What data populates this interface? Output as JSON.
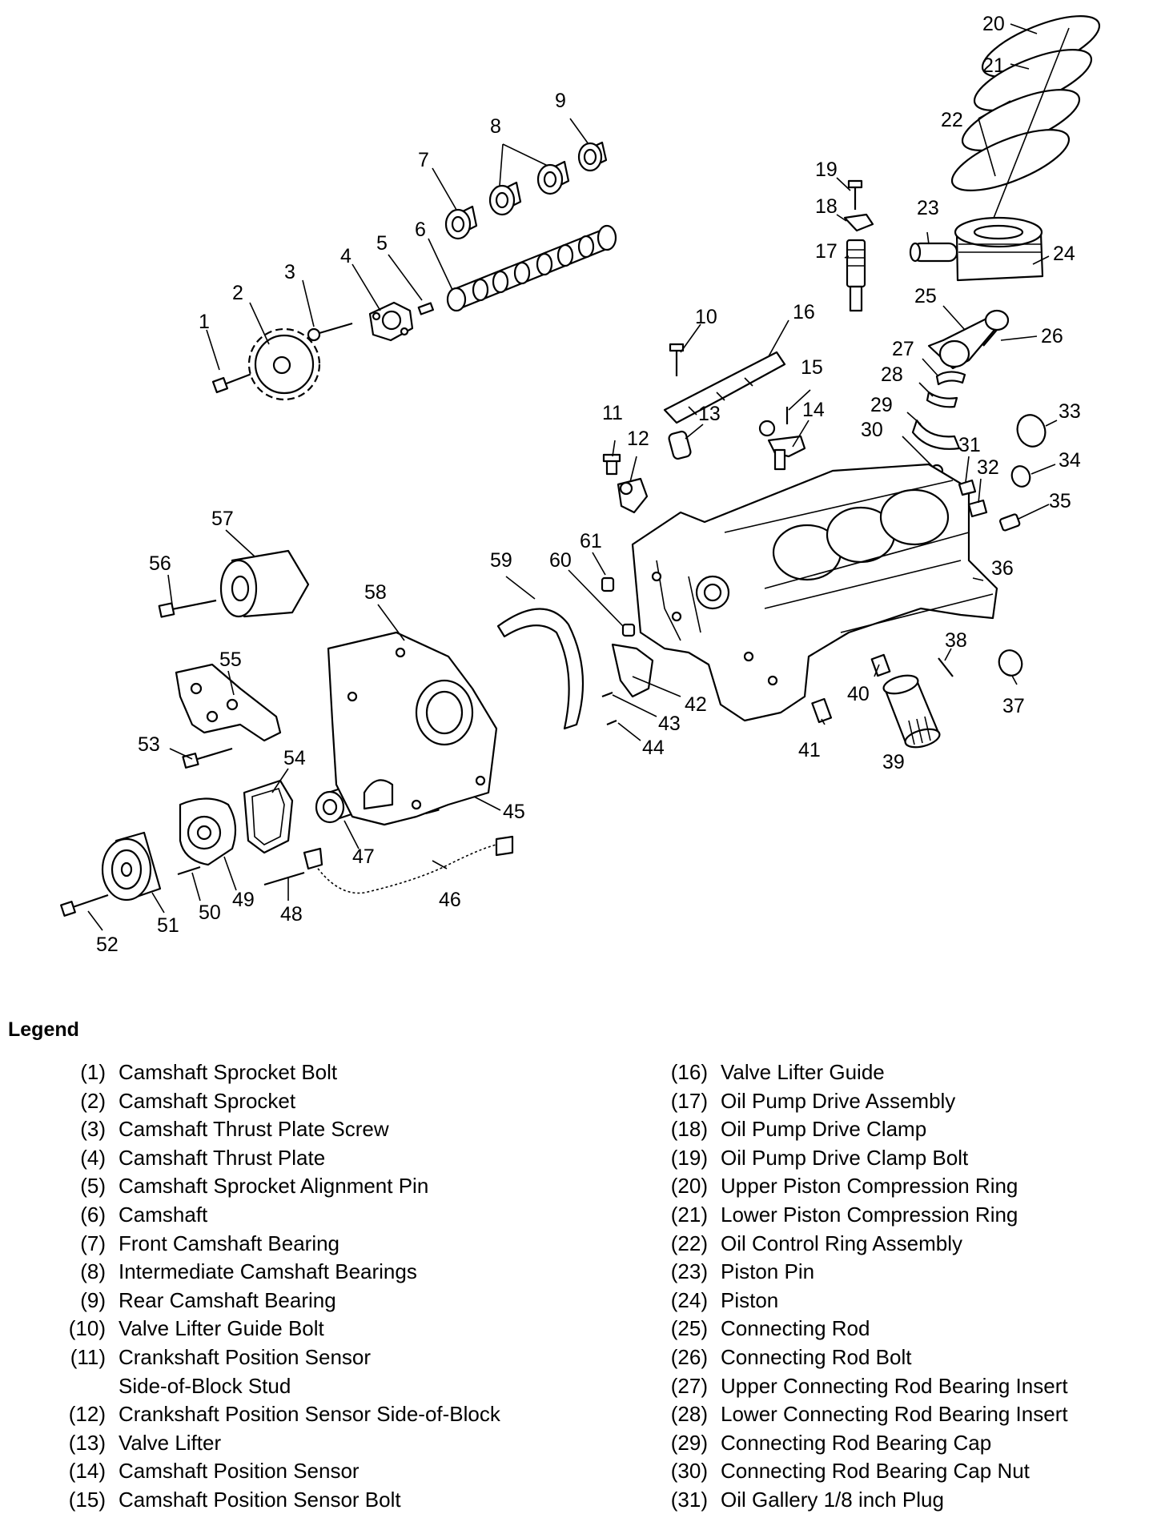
{
  "callouts": [
    "1",
    "2",
    "3",
    "4",
    "5",
    "6",
    "7",
    "8",
    "9",
    "10",
    "11",
    "12",
    "13",
    "14",
    "15",
    "16",
    "17",
    "18",
    "19",
    "20",
    "21",
    "22",
    "23",
    "24",
    "25",
    "26",
    "27",
    "28",
    "29",
    "30",
    "31",
    "32",
    "33",
    "34",
    "35",
    "36",
    "37",
    "38",
    "39",
    "40",
    "41",
    "42",
    "43",
    "44",
    "45",
    "46",
    "47",
    "48",
    "49",
    "50",
    "51",
    "52",
    "53",
    "54",
    "55",
    "56",
    "57",
    "58",
    "59",
    "60",
    "61"
  ],
  "legend": {
    "title": "Legend",
    "left": [
      {
        "num": "(1)",
        "label": "Camshaft Sprocket Bolt"
      },
      {
        "num": "(2)",
        "label": "Camshaft Sprocket"
      },
      {
        "num": "(3)",
        "label": "Camshaft Thrust Plate Screw"
      },
      {
        "num": "(4)",
        "label": "Camshaft Thrust Plate"
      },
      {
        "num": "(5)",
        "label": "Camshaft Sprocket Alignment Pin"
      },
      {
        "num": "(6)",
        "label": "Camshaft"
      },
      {
        "num": "(7)",
        "label": "Front Camshaft Bearing"
      },
      {
        "num": "(8)",
        "label": "Intermediate Camshaft Bearings"
      },
      {
        "num": "(9)",
        "label": "Rear Camshaft Bearing"
      },
      {
        "num": "(10)",
        "label": "Valve Lifter Guide Bolt"
      },
      {
        "num": "(11)",
        "label": "Crankshaft Position Sensor\nSide-of-Block Stud"
      },
      {
        "num": "(12)",
        "label": "Crankshaft Position Sensor Side-of-Block"
      },
      {
        "num": "(13)",
        "label": "Valve Lifter"
      },
      {
        "num": "(14)",
        "label": "Camshaft Position Sensor"
      },
      {
        "num": "(15)",
        "label": "Camshaft Position Sensor Bolt"
      }
    ],
    "right": [
      {
        "num": "(16)",
        "label": "Valve Lifter Guide"
      },
      {
        "num": "(17)",
        "label": "Oil Pump Drive Assembly"
      },
      {
        "num": "(18)",
        "label": "Oil Pump Drive Clamp"
      },
      {
        "num": "(19)",
        "label": "Oil Pump Drive Clamp Bolt"
      },
      {
        "num": "(20)",
        "label": "Upper Piston Compression Ring"
      },
      {
        "num": "(21)",
        "label": "Lower Piston Compression Ring"
      },
      {
        "num": "(22)",
        "label": "Oil Control Ring Assembly"
      },
      {
        "num": "(23)",
        "label": "Piston Pin"
      },
      {
        "num": "(24)",
        "label": "Piston"
      },
      {
        "num": "(25)",
        "label": "Connecting Rod"
      },
      {
        "num": "(26)",
        "label": "Connecting Rod Bolt"
      },
      {
        "num": "(27)",
        "label": "Upper Connecting Rod Bearing Insert"
      },
      {
        "num": "(28)",
        "label": "Lower Connecting Rod Bearing Insert"
      },
      {
        "num": "(29)",
        "label": "Connecting Rod Bearing Cap"
      },
      {
        "num": "(30)",
        "label": "Connecting Rod Bearing Cap Nut"
      },
      {
        "num": "(31)",
        "label": "Oil Gallery 1/8 inch Plug"
      }
    ]
  }
}
